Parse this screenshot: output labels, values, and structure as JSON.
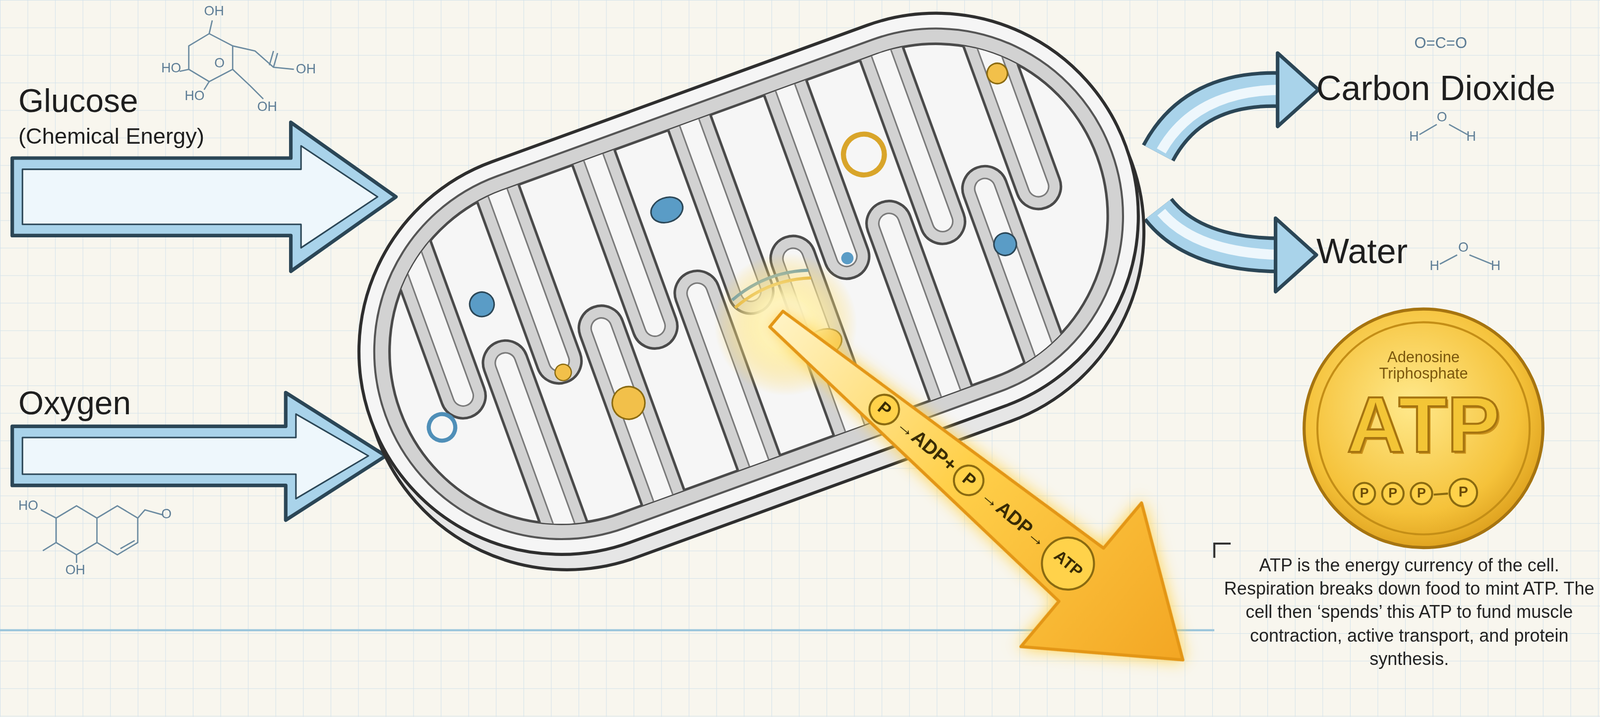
{
  "diagram": {
    "caption": "ATP is the energy currency of the cell. Respiration breaks down food to mint ATP. The cell then ‘spends’ this ATP to fund muscle contraction, active transport, and protein synthesis.",
    "nodes": [
      {
        "text": [
          "→ADP+",
          "→ADP→"
        ]
      },
      {
        "text": [
          "P"
        ],
        "in": 0
      },
      {
        "text": [
          "P"
        ],
        "in": 0
      },
      {
        "text": [
          "ATP"
        ],
        "in": 0
      },
      {
        "text": [
          "Adenosine Triphosphate",
          "ATP"
        ]
      },
      {
        "text": [
          "P"
        ],
        "in": 4
      },
      {
        "text": [
          "P"
        ],
        "in": 4
      },
      {
        "text": [
          "P"
        ],
        "in": 4
      },
      {
        "text": [
          "P"
        ],
        "in": 4
      }
    ],
    "labels": [
      "OH",
      "Glucose",
      "HO",
      "O",
      "OH",
      "(Chemical Energy)",
      "HO",
      "OH",
      "Oxygen",
      "HO",
      "O",
      "OH",
      "O=C=O",
      "Carbon Dioxide",
      "H",
      "O",
      "H",
      "Water",
      "H",
      "O",
      "H"
    ]
  }
}
